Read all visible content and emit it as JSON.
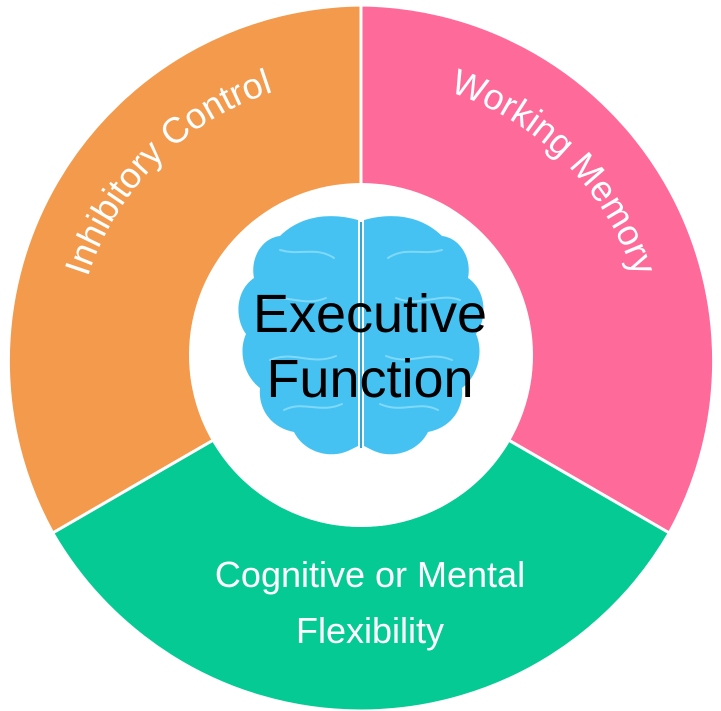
{
  "diagram": {
    "center_lines": [
      "Executive",
      "Function"
    ],
    "segments": [
      {
        "label": "Inhibitory Control",
        "color": "#F49A4C"
      },
      {
        "label": "Working Memory",
        "color": "#FE6A9A"
      },
      {
        "label_line1": "Cognitive or Mental",
        "label_line2": "Flexibility",
        "color": "#06CA94"
      }
    ],
    "brain_color": "#45C2F2",
    "brain_icon": "brain-icon"
  }
}
